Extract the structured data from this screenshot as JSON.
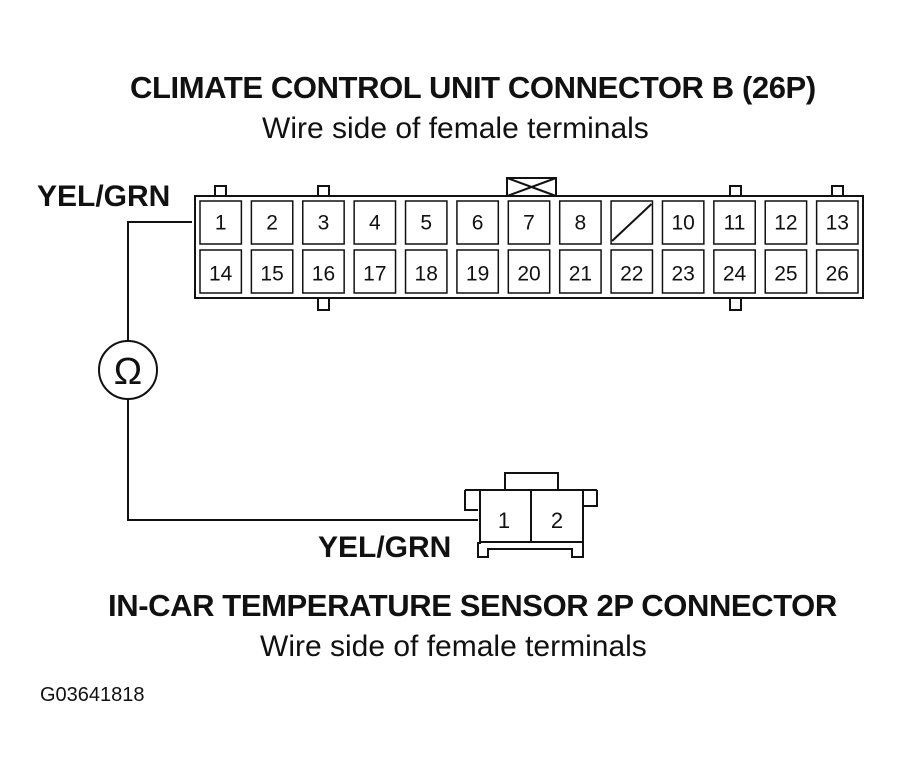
{
  "top_connector": {
    "title": "CLIMATE CONTROL UNIT CONNECTOR B (26P)",
    "subtitle": "Wire side of female terminals",
    "wire_label": "YEL/GRN",
    "row1": [
      "1",
      "2",
      "3",
      "4",
      "5",
      "6",
      "7",
      "8",
      "",
      "10",
      "11",
      "12",
      "13"
    ],
    "row2": [
      "14",
      "15",
      "16",
      "17",
      "18",
      "19",
      "20",
      "21",
      "22",
      "23",
      "24",
      "25",
      "26"
    ]
  },
  "bottom_connector": {
    "title": "IN-CAR TEMPERATURE SENSOR 2P CONNECTOR",
    "subtitle": "Wire side of female terminals",
    "wire_label": "YEL/GRN",
    "pins": [
      "1",
      "2"
    ]
  },
  "meter": {
    "symbol": "Ω"
  },
  "figure_code": "G03641818"
}
